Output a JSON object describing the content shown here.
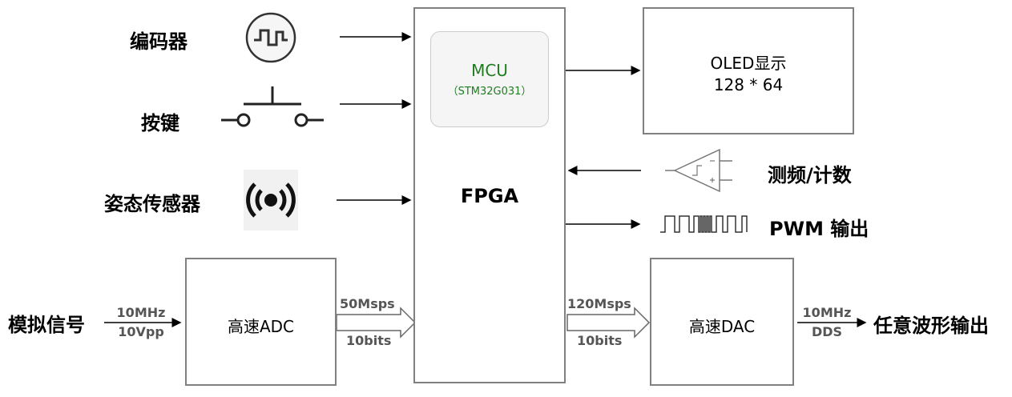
{
  "inputs": {
    "encoder": "编码器",
    "button": "按键",
    "attitude_sensor": "姿态传感器",
    "analog_signal": "模拟信号"
  },
  "mcu": {
    "title": "MCU",
    "part": "（STM32G031）"
  },
  "fpga": "FPGA",
  "oled": {
    "line1": "OLED显示",
    "line2": "128 * 64"
  },
  "freq_counter": "测频/计数",
  "pwm_out": "PWM 输出",
  "adc": {
    "label": "高速ADC",
    "in_top": "10MHz",
    "in_bottom": "10Vpp",
    "out_top": "50Msps",
    "out_bottom": "10bits"
  },
  "dac": {
    "label": "高速DAC",
    "in_top": "120Msps",
    "in_bottom": "10bits",
    "out_top": "10MHz",
    "out_bottom": "DDS"
  },
  "arb_output": "任意波形输出",
  "colors": {
    "mcu_text": "#1e7d1e",
    "box_border": "#808080",
    "minor_text": "#555555"
  },
  "icons": [
    "encoder-icon",
    "push-button-icon",
    "sensor-icon",
    "comparator-icon",
    "pwm-waveform-icon"
  ]
}
